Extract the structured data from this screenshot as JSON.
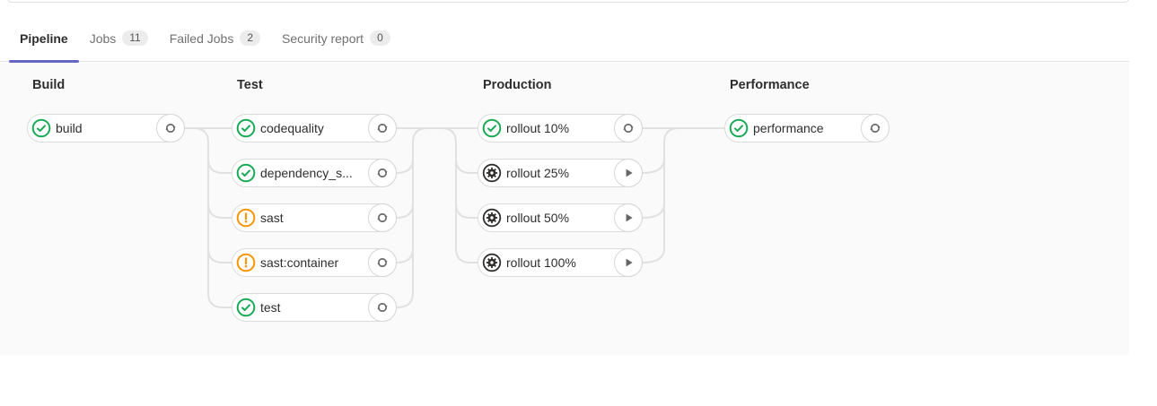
{
  "tabs": [
    {
      "label": "Pipeline",
      "badge": null,
      "active": true
    },
    {
      "label": "Jobs",
      "badge": "11",
      "active": false
    },
    {
      "label": "Failed Jobs",
      "badge": "2",
      "active": false
    },
    {
      "label": "Security report",
      "badge": "0",
      "active": false
    }
  ],
  "stages": [
    {
      "name": "Build",
      "jobs": [
        {
          "label": "build",
          "status": "success",
          "action": "retry"
        }
      ]
    },
    {
      "name": "Test",
      "jobs": [
        {
          "label": "codequality",
          "status": "success",
          "action": "retry"
        },
        {
          "label": "dependency_s...",
          "status": "success",
          "action": "retry"
        },
        {
          "label": "sast",
          "status": "warning",
          "action": "retry"
        },
        {
          "label": "sast:container",
          "status": "warning",
          "action": "retry"
        },
        {
          "label": "test",
          "status": "success",
          "action": "retry"
        }
      ]
    },
    {
      "name": "Production",
      "jobs": [
        {
          "label": "rollout 10%",
          "status": "success",
          "action": "retry"
        },
        {
          "label": "rollout 25%",
          "status": "manual",
          "action": "play"
        },
        {
          "label": "rollout 50%",
          "status": "manual",
          "action": "play"
        },
        {
          "label": "rollout 100%",
          "status": "manual",
          "action": "play"
        }
      ]
    },
    {
      "name": "Performance",
      "jobs": [
        {
          "label": "performance",
          "status": "success",
          "action": "retry"
        }
      ]
    }
  ],
  "colors": {
    "success": "#1aaa55",
    "warning": "#fc9403",
    "manual": "#31302f",
    "action_icon": "#666666",
    "tab_active_underline": "#6666c4",
    "connector": "#e1e1e1"
  }
}
